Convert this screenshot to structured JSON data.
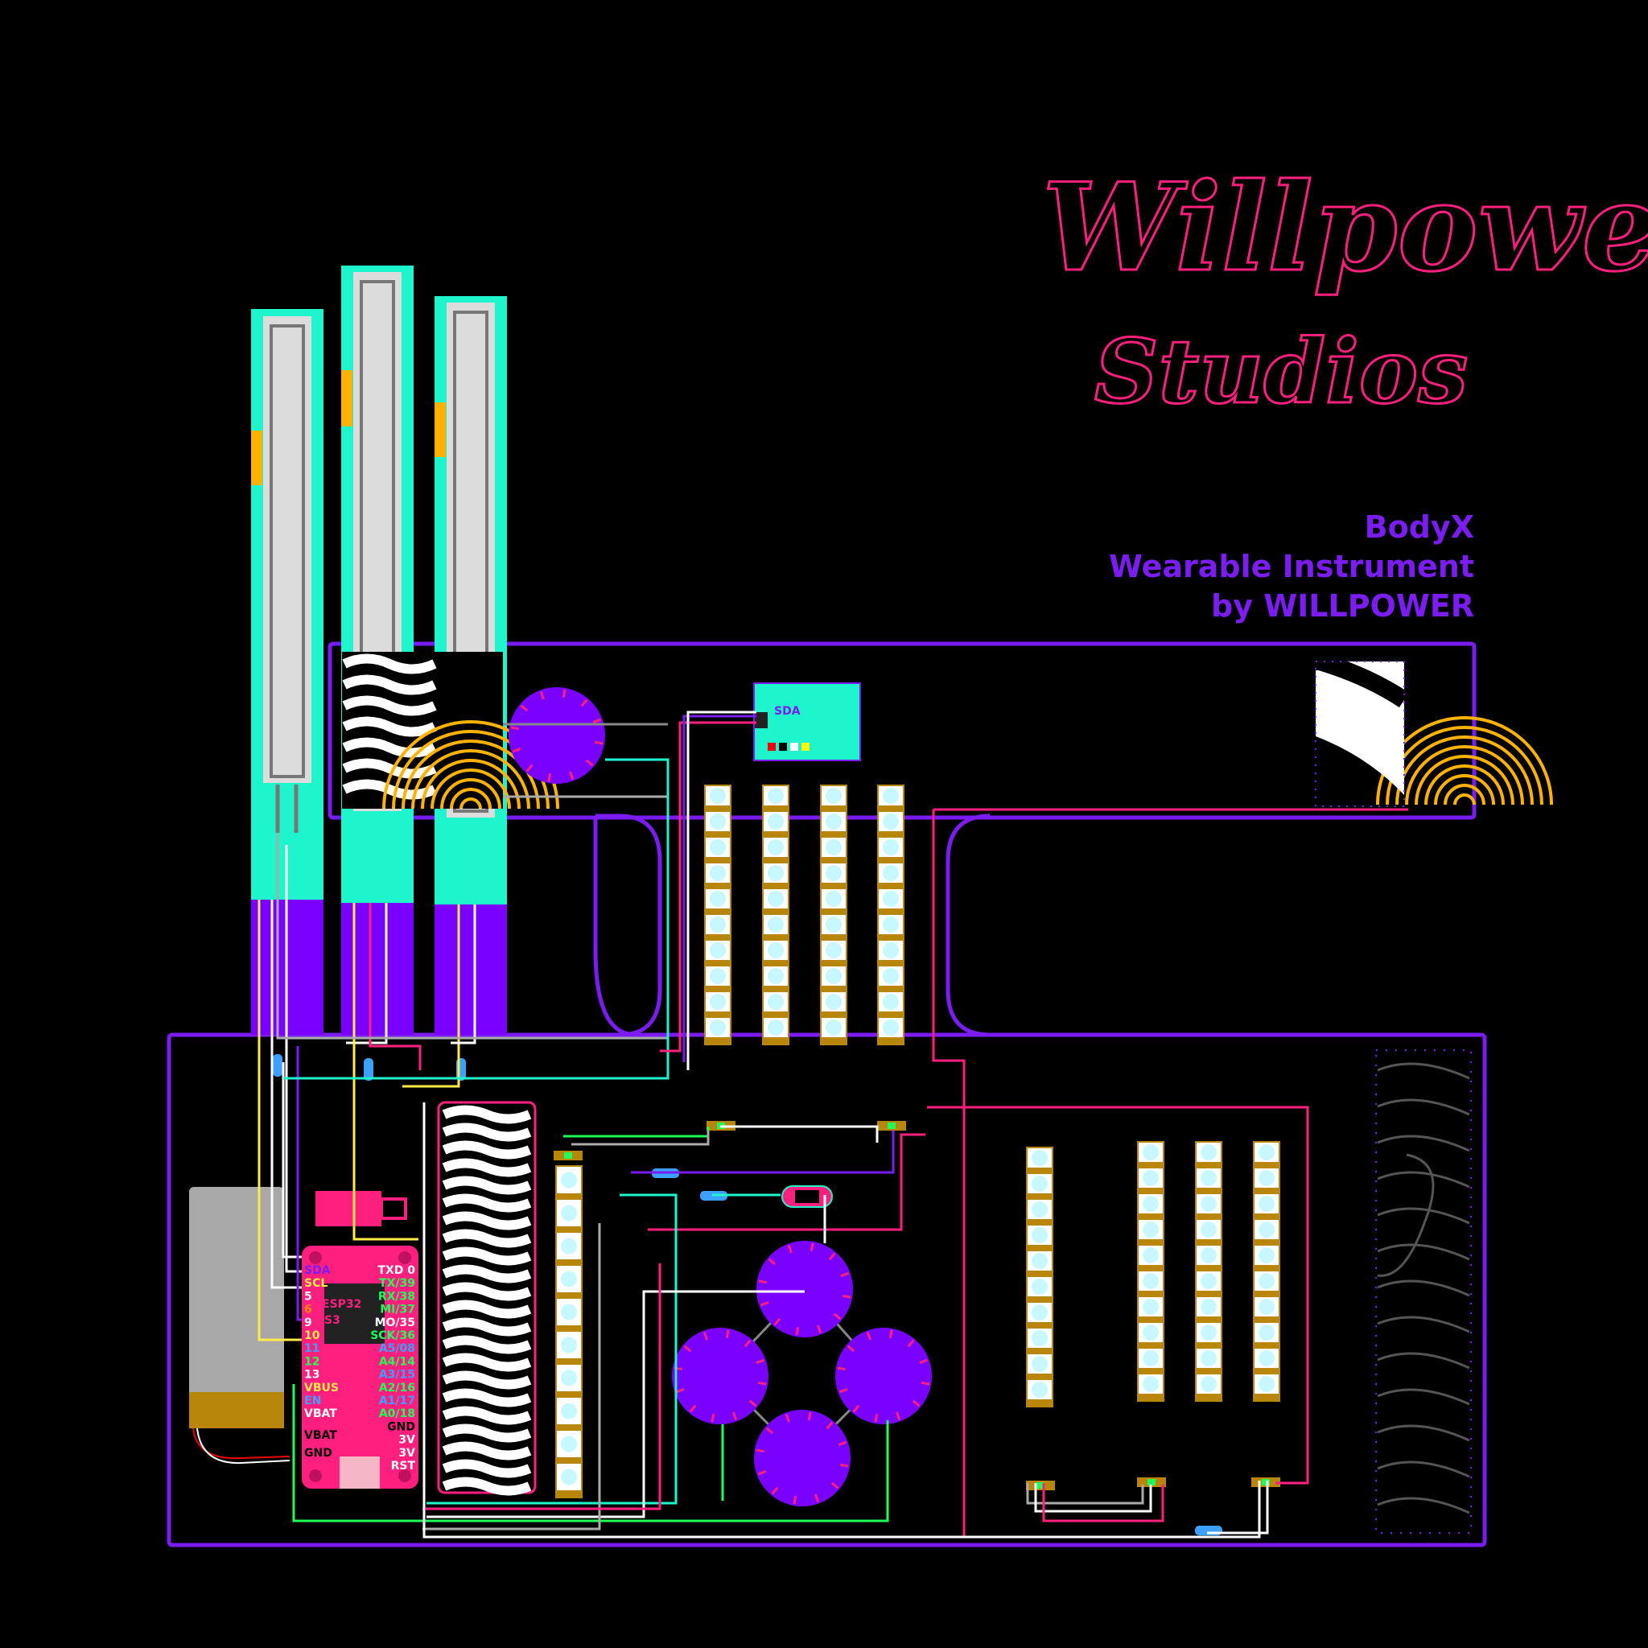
{
  "logo": {
    "line1": "Willpower",
    "line2": "Studios"
  },
  "title": {
    "line1": "BodyX",
    "line2": "Wearable Instrument",
    "line3": "by WILLPOWER"
  },
  "mcu": {
    "label1": "ESP32",
    "label2": "S3",
    "left_pins": [
      "SDA",
      "SCL",
      "5",
      "6",
      "9",
      "10",
      "11",
      "12",
      "13",
      "VBUS",
      "EN",
      "VBAT"
    ],
    "right_pins": [
      "TXD 0",
      "TX/39",
      "RX/38",
      "MI/37",
      "MO/35",
      "SCK/36",
      "A5/08",
      "A4/14",
      "A3/15",
      "A2/16",
      "A1/17",
      "A0/18",
      "GND",
      "3V",
      "3V",
      "RST"
    ],
    "extra_left": [
      "VBAT",
      "GND"
    ]
  },
  "sensor_module": {
    "label": "SDA"
  },
  "colors": {
    "background": "#000000",
    "outline": "#7a1cf2",
    "logo": "#ff1f7e",
    "purple_fill": "#7a00ff",
    "teal": "#1ff5cc",
    "orange": "#ffb300",
    "mcu_pink": "#ff1f7e",
    "battery": "#a8a8a8",
    "battery_tab": "#b8860b"
  }
}
